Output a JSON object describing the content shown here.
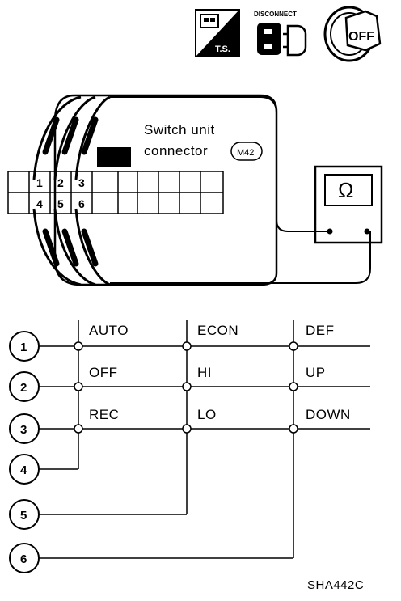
{
  "header_icons": {
    "ts_label": "T.S.",
    "disconnect_label": "DISCONNECT",
    "key_label": "OFF"
  },
  "connector": {
    "title_line1": "Switch unit",
    "title_line2": "connector",
    "connector_id": "M42",
    "pins_top": [
      "1",
      "2",
      "3"
    ],
    "pins_bottom": [
      "4",
      "5",
      "6"
    ]
  },
  "meter": {
    "symbol": "Ω"
  },
  "schematic": {
    "terminals": [
      "1",
      "2",
      "3",
      "4",
      "5",
      "6"
    ],
    "positions": [
      [
        "AUTO",
        "ECON",
        "DEF"
      ],
      [
        "OFF",
        "HI",
        "UP"
      ],
      [
        "REC",
        "LO",
        "DOWN"
      ]
    ]
  },
  "reference_code": "SHA442C"
}
